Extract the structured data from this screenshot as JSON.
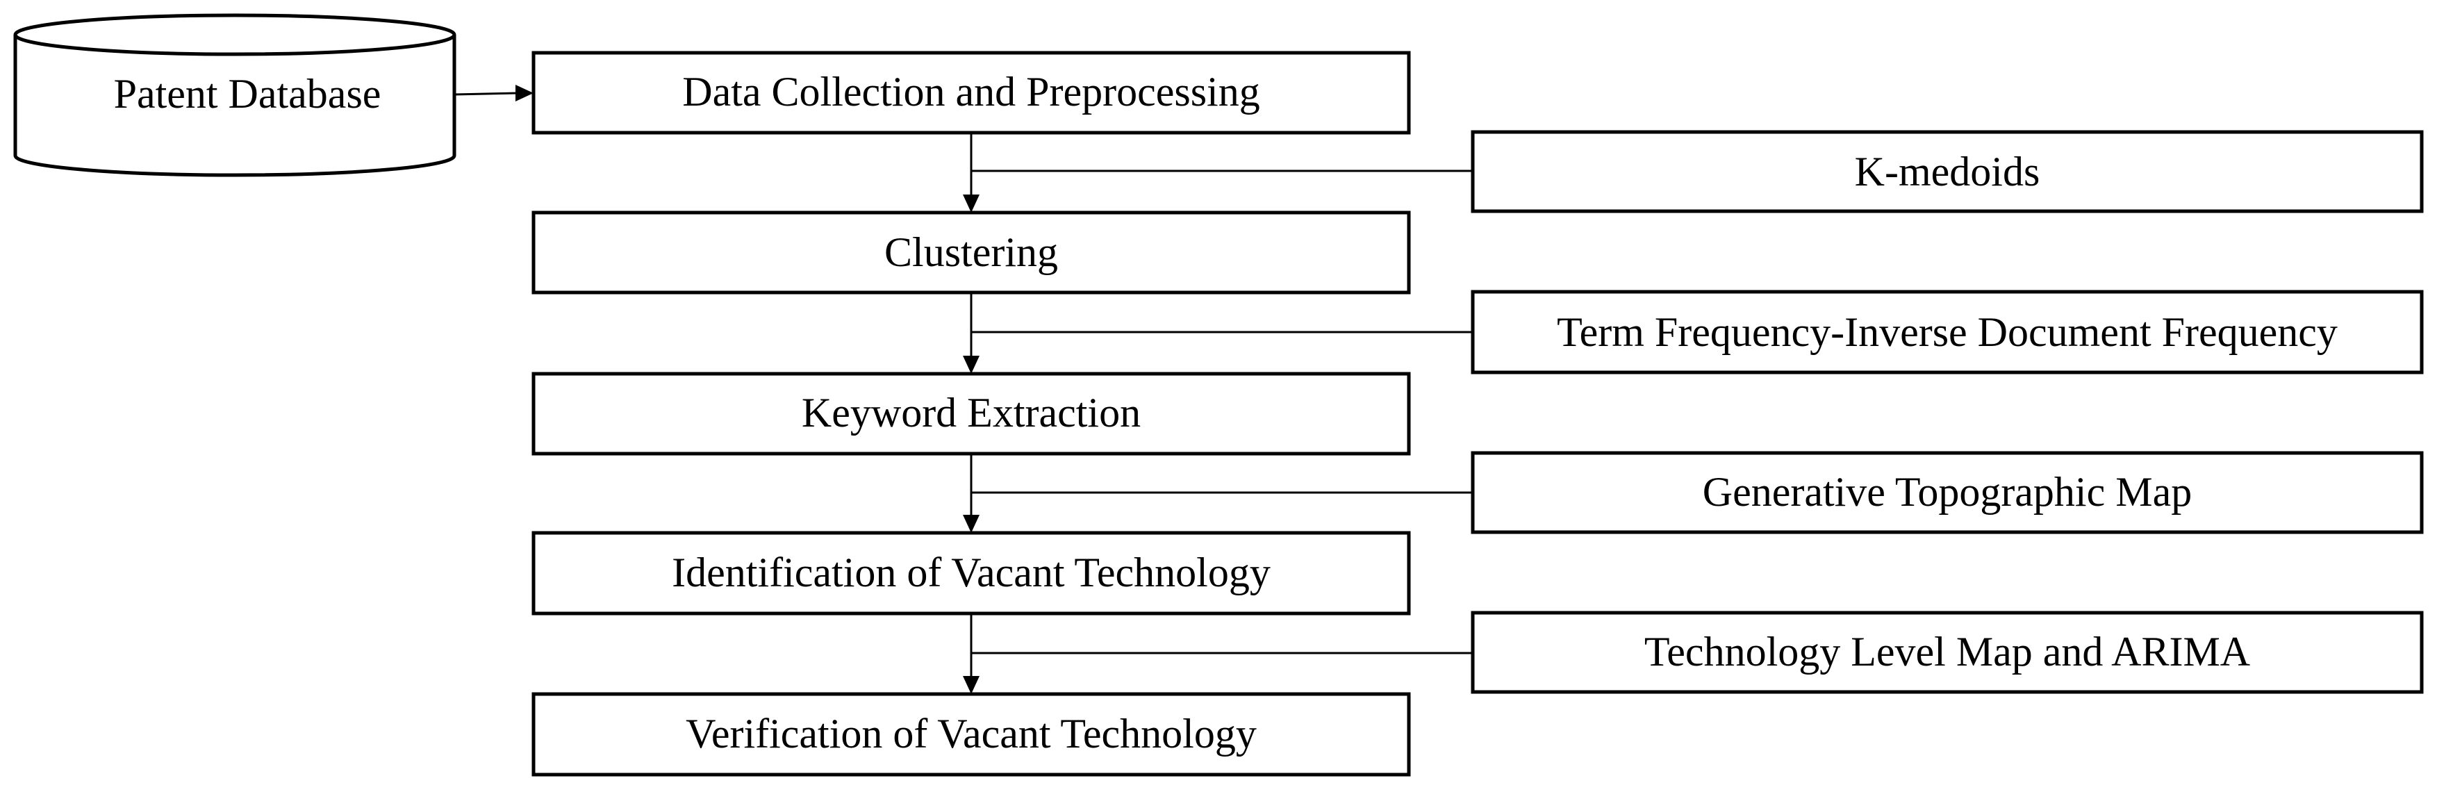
{
  "database": {
    "label": "Patent Database"
  },
  "steps": [
    {
      "label": "Data Collection and Preprocessing"
    },
    {
      "label": "Clustering"
    },
    {
      "label": "Keyword Extraction"
    },
    {
      "label": "Identification of Vacant Technology"
    },
    {
      "label": "Verification of Vacant Technology"
    }
  ],
  "methods": [
    {
      "label": "K-medoids"
    },
    {
      "label": "Term Frequency-Inverse Document Frequency"
    },
    {
      "label": "Generative Topographic Map"
    },
    {
      "label": "Technology Level Map and ARIMA"
    }
  ],
  "colors": {
    "stroke": "#000000",
    "fill": "#ffffff"
  }
}
